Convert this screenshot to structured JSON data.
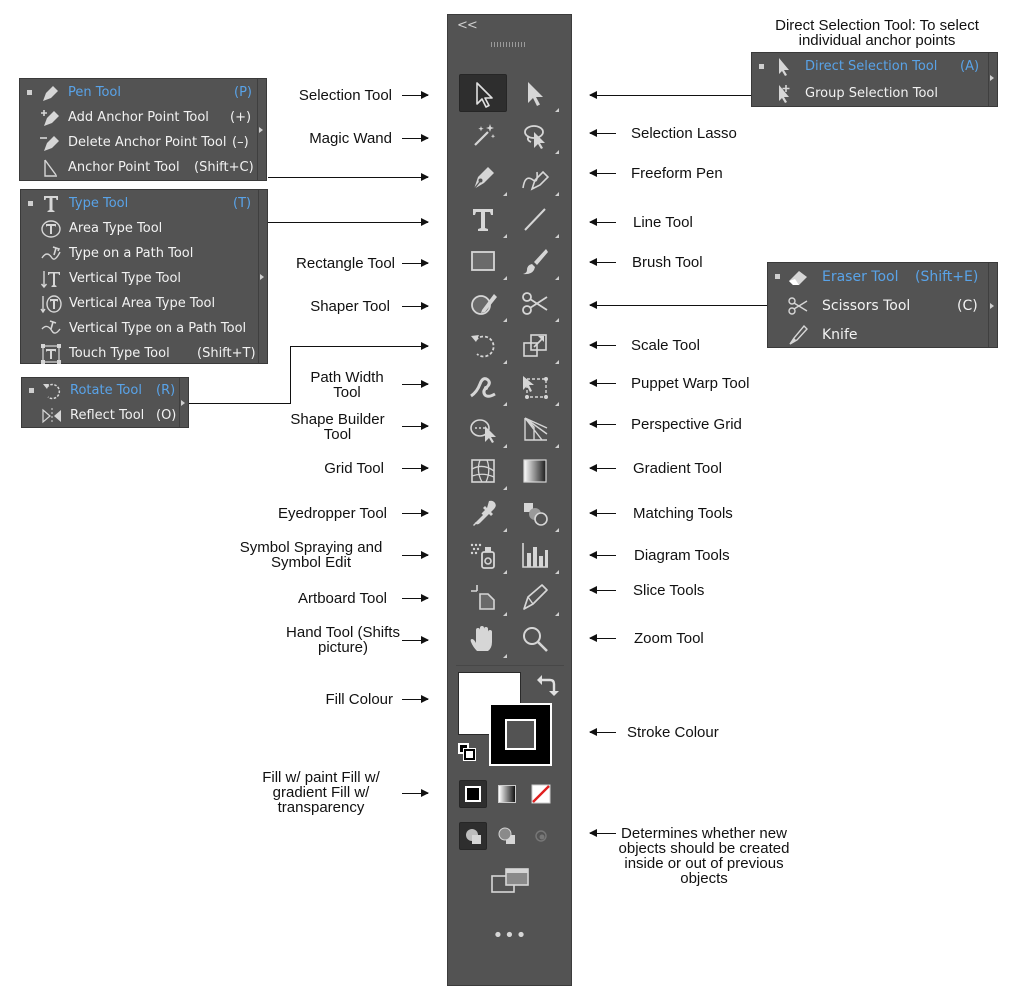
{
  "toolbar": {
    "collapse_glyph": "<<",
    "tools": [
      {
        "id": "selection",
        "icon": "selection-arrow-icon"
      },
      {
        "id": "direct-selection",
        "icon": "direct-selection-arrow-icon"
      },
      {
        "id": "magic-wand",
        "icon": "magic-wand-icon"
      },
      {
        "id": "lasso",
        "icon": "lasso-icon"
      },
      {
        "id": "pen",
        "icon": "pen-nib-icon"
      },
      {
        "id": "curvature",
        "icon": "curvature-pen-icon"
      },
      {
        "id": "type",
        "icon": "type-t-icon"
      },
      {
        "id": "line",
        "icon": "line-segment-icon"
      },
      {
        "id": "rectangle",
        "icon": "rectangle-icon"
      },
      {
        "id": "brush",
        "icon": "paintbrush-icon"
      },
      {
        "id": "shaper",
        "icon": "shaper-icon"
      },
      {
        "id": "scissors",
        "icon": "scissors-icon"
      },
      {
        "id": "rotate",
        "icon": "rotate-icon"
      },
      {
        "id": "scale",
        "icon": "scale-icon"
      },
      {
        "id": "width",
        "icon": "width-tool-icon"
      },
      {
        "id": "puppet-warp",
        "icon": "puppet-warp-icon"
      },
      {
        "id": "shape-builder",
        "icon": "shape-builder-icon"
      },
      {
        "id": "perspective-grid",
        "icon": "perspective-grid-icon"
      },
      {
        "id": "mesh",
        "icon": "mesh-grid-icon"
      },
      {
        "id": "gradient",
        "icon": "gradient-icon"
      },
      {
        "id": "eyedropper",
        "icon": "eyedropper-icon"
      },
      {
        "id": "blend",
        "icon": "blend-shapes-icon"
      },
      {
        "id": "symbol-sprayer",
        "icon": "symbol-sprayer-icon"
      },
      {
        "id": "graph",
        "icon": "column-graph-icon"
      },
      {
        "id": "artboard",
        "icon": "artboard-icon"
      },
      {
        "id": "slice",
        "icon": "slice-knife-icon"
      },
      {
        "id": "hand",
        "icon": "hand-icon"
      },
      {
        "id": "zoom",
        "icon": "magnifier-icon"
      }
    ],
    "colors": {
      "panel": "#535353",
      "selected_bg": "#2e2e2e",
      "icon": "#d6d6d6",
      "accent_blue": "#59a3e8",
      "fill": "#ffffff",
      "stroke_box": "#000000"
    },
    "more_glyph": "•••"
  },
  "labels": {
    "selection": "Selection Tool",
    "magic_wand": "Magic Wand",
    "rectangle": "Rectangle Tool",
    "shaper": "Shaper Tool",
    "path_width": "Path Width Tool",
    "shape_builder": "Shape Builder Tool",
    "grid": "Grid Tool",
    "eyedropper": "Eyedropper Tool",
    "symbol": "Symbol Spraying and Symbol Edit",
    "artboard": "Artboard Tool",
    "hand": "Hand Tool (Shifts picture)",
    "fill_colour": "Fill Colour",
    "fill_modes": "Fill w/ paint Fill w/ gradient Fill w/ transparency",
    "direct_selection_title": "Direct Selection Tool: To select individual anchor points",
    "selection_lasso": "Selection Lasso",
    "freeform_pen": "Freeform Pen",
    "line": "Line Tool",
    "brush": "Brush Tool",
    "scale": "Scale Tool",
    "puppet_warp": "Puppet Warp Tool",
    "perspective": "Perspective Grid",
    "gradient": "Gradient Tool",
    "matching": "Matching Tools",
    "diagram": "Diagram Tools",
    "slice": "Slice Tools",
    "zoom": "Zoom Tool",
    "stroke_colour": "Stroke Colour",
    "draw_mode": "Determines whether new objects should be created inside or out of previous objects"
  },
  "flyouts": {
    "pen": [
      {
        "name": "Pen Tool",
        "key": "(P)",
        "active": true,
        "icon": "pen-nib-icon"
      },
      {
        "name": "Add Anchor Point Tool",
        "key": "(+)",
        "active": false,
        "icon": "add-anchor-icon"
      },
      {
        "name": "Delete Anchor Point Tool",
        "key": "(–)",
        "active": false,
        "icon": "delete-anchor-icon"
      },
      {
        "name": "Anchor Point Tool",
        "key": "(Shift+C)",
        "active": false,
        "icon": "anchor-point-icon"
      }
    ],
    "type": [
      {
        "name": "Type Tool",
        "key": "(T)",
        "active": true,
        "icon": "type-t-icon"
      },
      {
        "name": "Area Type Tool",
        "key": "",
        "active": false,
        "icon": "area-type-icon"
      },
      {
        "name": "Type on a Path Tool",
        "key": "",
        "active": false,
        "icon": "type-on-path-icon"
      },
      {
        "name": "Vertical Type Tool",
        "key": "",
        "active": false,
        "icon": "vertical-type-icon"
      },
      {
        "name": "Vertical Area Type Tool",
        "key": "",
        "active": false,
        "icon": "vertical-area-type-icon"
      },
      {
        "name": "Vertical Type on a Path Tool",
        "key": "",
        "active": false,
        "icon": "vertical-type-path-icon"
      },
      {
        "name": "Touch Type Tool",
        "key": "(Shift+T)",
        "active": false,
        "icon": "touch-type-icon"
      }
    ],
    "rotate": [
      {
        "name": "Rotate Tool",
        "key": "(R)",
        "active": true,
        "icon": "rotate-icon"
      },
      {
        "name": "Reflect Tool",
        "key": "(O)",
        "active": false,
        "icon": "reflect-icon"
      }
    ],
    "direct": [
      {
        "name": "Direct Selection Tool",
        "key": "(A)",
        "active": true,
        "icon": "direct-selection-arrow-icon"
      },
      {
        "name": "Group Selection Tool",
        "key": "",
        "active": false,
        "icon": "group-selection-icon"
      }
    ],
    "eraser": [
      {
        "name": "Eraser Tool",
        "key": "(Shift+E)",
        "active": true,
        "icon": "eraser-icon"
      },
      {
        "name": "Scissors Tool",
        "key": "(C)",
        "active": false,
        "icon": "scissors-icon"
      },
      {
        "name": "Knife",
        "key": "",
        "active": false,
        "icon": "knife-icon"
      }
    ]
  }
}
